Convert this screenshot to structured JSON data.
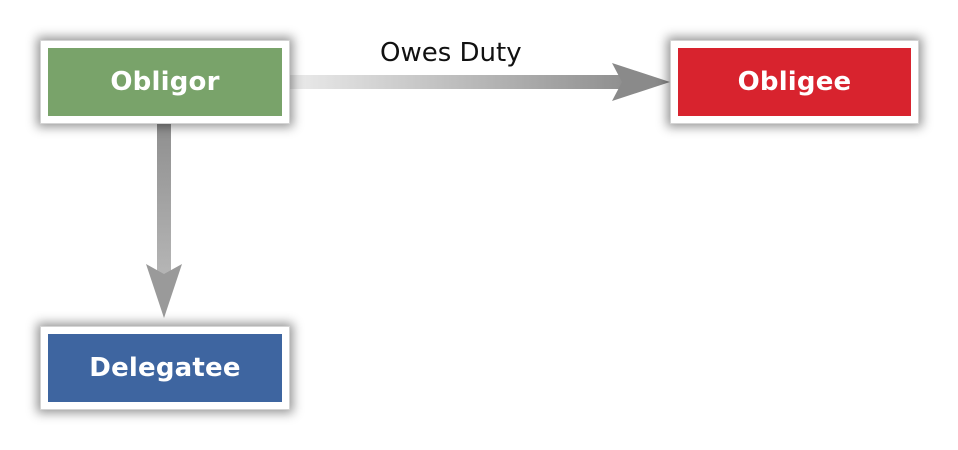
{
  "nodes": {
    "obligor": {
      "label": "Obligor",
      "color": "#79a36a"
    },
    "obligee": {
      "label": "Obligee",
      "color": "#d8232e"
    },
    "delegatee": {
      "label": "Delegatee",
      "color": "#3e65a0"
    }
  },
  "edges": {
    "obligor_to_obligee": {
      "label": "Owes Duty"
    }
  },
  "colors": {
    "arrow_light": "#ebebeb",
    "arrow_dark": "#8f8f8f"
  }
}
